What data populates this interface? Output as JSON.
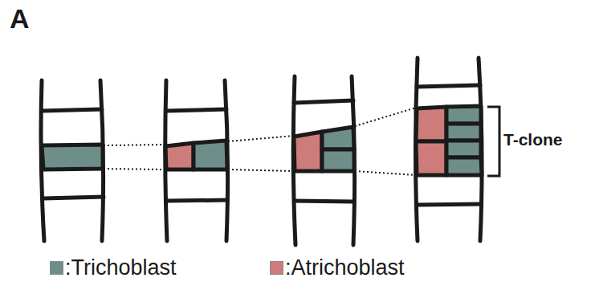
{
  "diagram": {
    "labels": [
      "A",
      "T-clone"
    ],
    "legend": [
      {
        "text": ":Trichoblast",
        "color": "#6e8e8a"
      },
      {
        "text": ":Atrichoblast",
        "color": "#cd7c7a"
      }
    ]
  }
}
